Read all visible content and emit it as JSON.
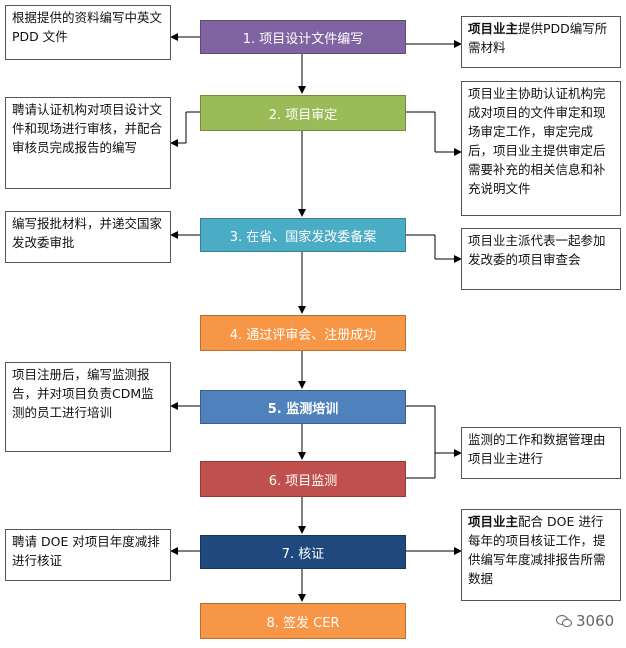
{
  "steps": [
    {
      "label": "1. 项目设计文件编写",
      "color": "#8064a2"
    },
    {
      "label": "2. 项目审定",
      "color": "#9bbb59"
    },
    {
      "label": "3. 在省、国家发改委备案",
      "color": "#4bacc6"
    },
    {
      "label": "4. 通过评审会、注册成功",
      "color": "#f79646"
    },
    {
      "label": "5. 监测培训",
      "color": "#4f81bd"
    },
    {
      "label": "6. 项目监测",
      "color": "#c0504d"
    },
    {
      "label": "7. 核证",
      "color": "#1f497d"
    },
    {
      "label": "8. 签发 CER",
      "color": "#f79646"
    }
  ],
  "left_notes": [
    "根据提供的资料编写中英文 PDD 文件",
    "聘请认证机构对项目设计文件和现场进行审核，并配合审核员完成报告的编写",
    "编写报批材料，并递交国家发改委审批",
    "项目注册后，编写监测报告，并对项目负责CDM监测的员工进行培训",
    "聘请 DOE 对项目年度减排进行核证"
  ],
  "right_notes": [
    {
      "bold": "项目业主",
      "text": "提供PDD编写所需材料"
    },
    {
      "bold": "",
      "text": "项目业主协助认证机构完成对项目的文件审定和现场审定工作，审定完成后，项目业主提供审定后需要补充的相关信息和补充说明文件"
    },
    {
      "bold": "",
      "text": "项目业主派代表一起参加发改委的项目审查会"
    },
    {
      "bold": "",
      "text": "监测的工作和数据管理由项目业主进行"
    },
    {
      "bold": "项目业主",
      "text": "配合 DOE 进行每年的项目核证工作，提供编写年度减排报告所需数据"
    }
  ],
  "watermark": "3060"
}
